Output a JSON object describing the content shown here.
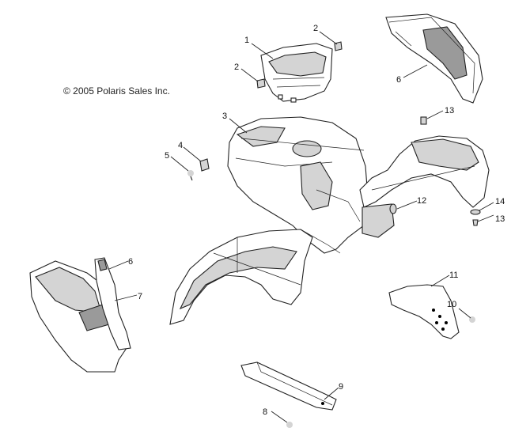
{
  "copyright": "© 2005 Polaris Sales Inc.",
  "callouts": {
    "c1": "1",
    "c2a": "2",
    "c2b": "2",
    "c3": "3",
    "c4": "4",
    "c5": "5",
    "c6a": "6",
    "c6b": "6",
    "c7": "7",
    "c8": "8",
    "c9": "9",
    "c10": "10",
    "c11": "11",
    "c12": "12",
    "c13a": "13",
    "c13b": "13",
    "c14": "14"
  }
}
